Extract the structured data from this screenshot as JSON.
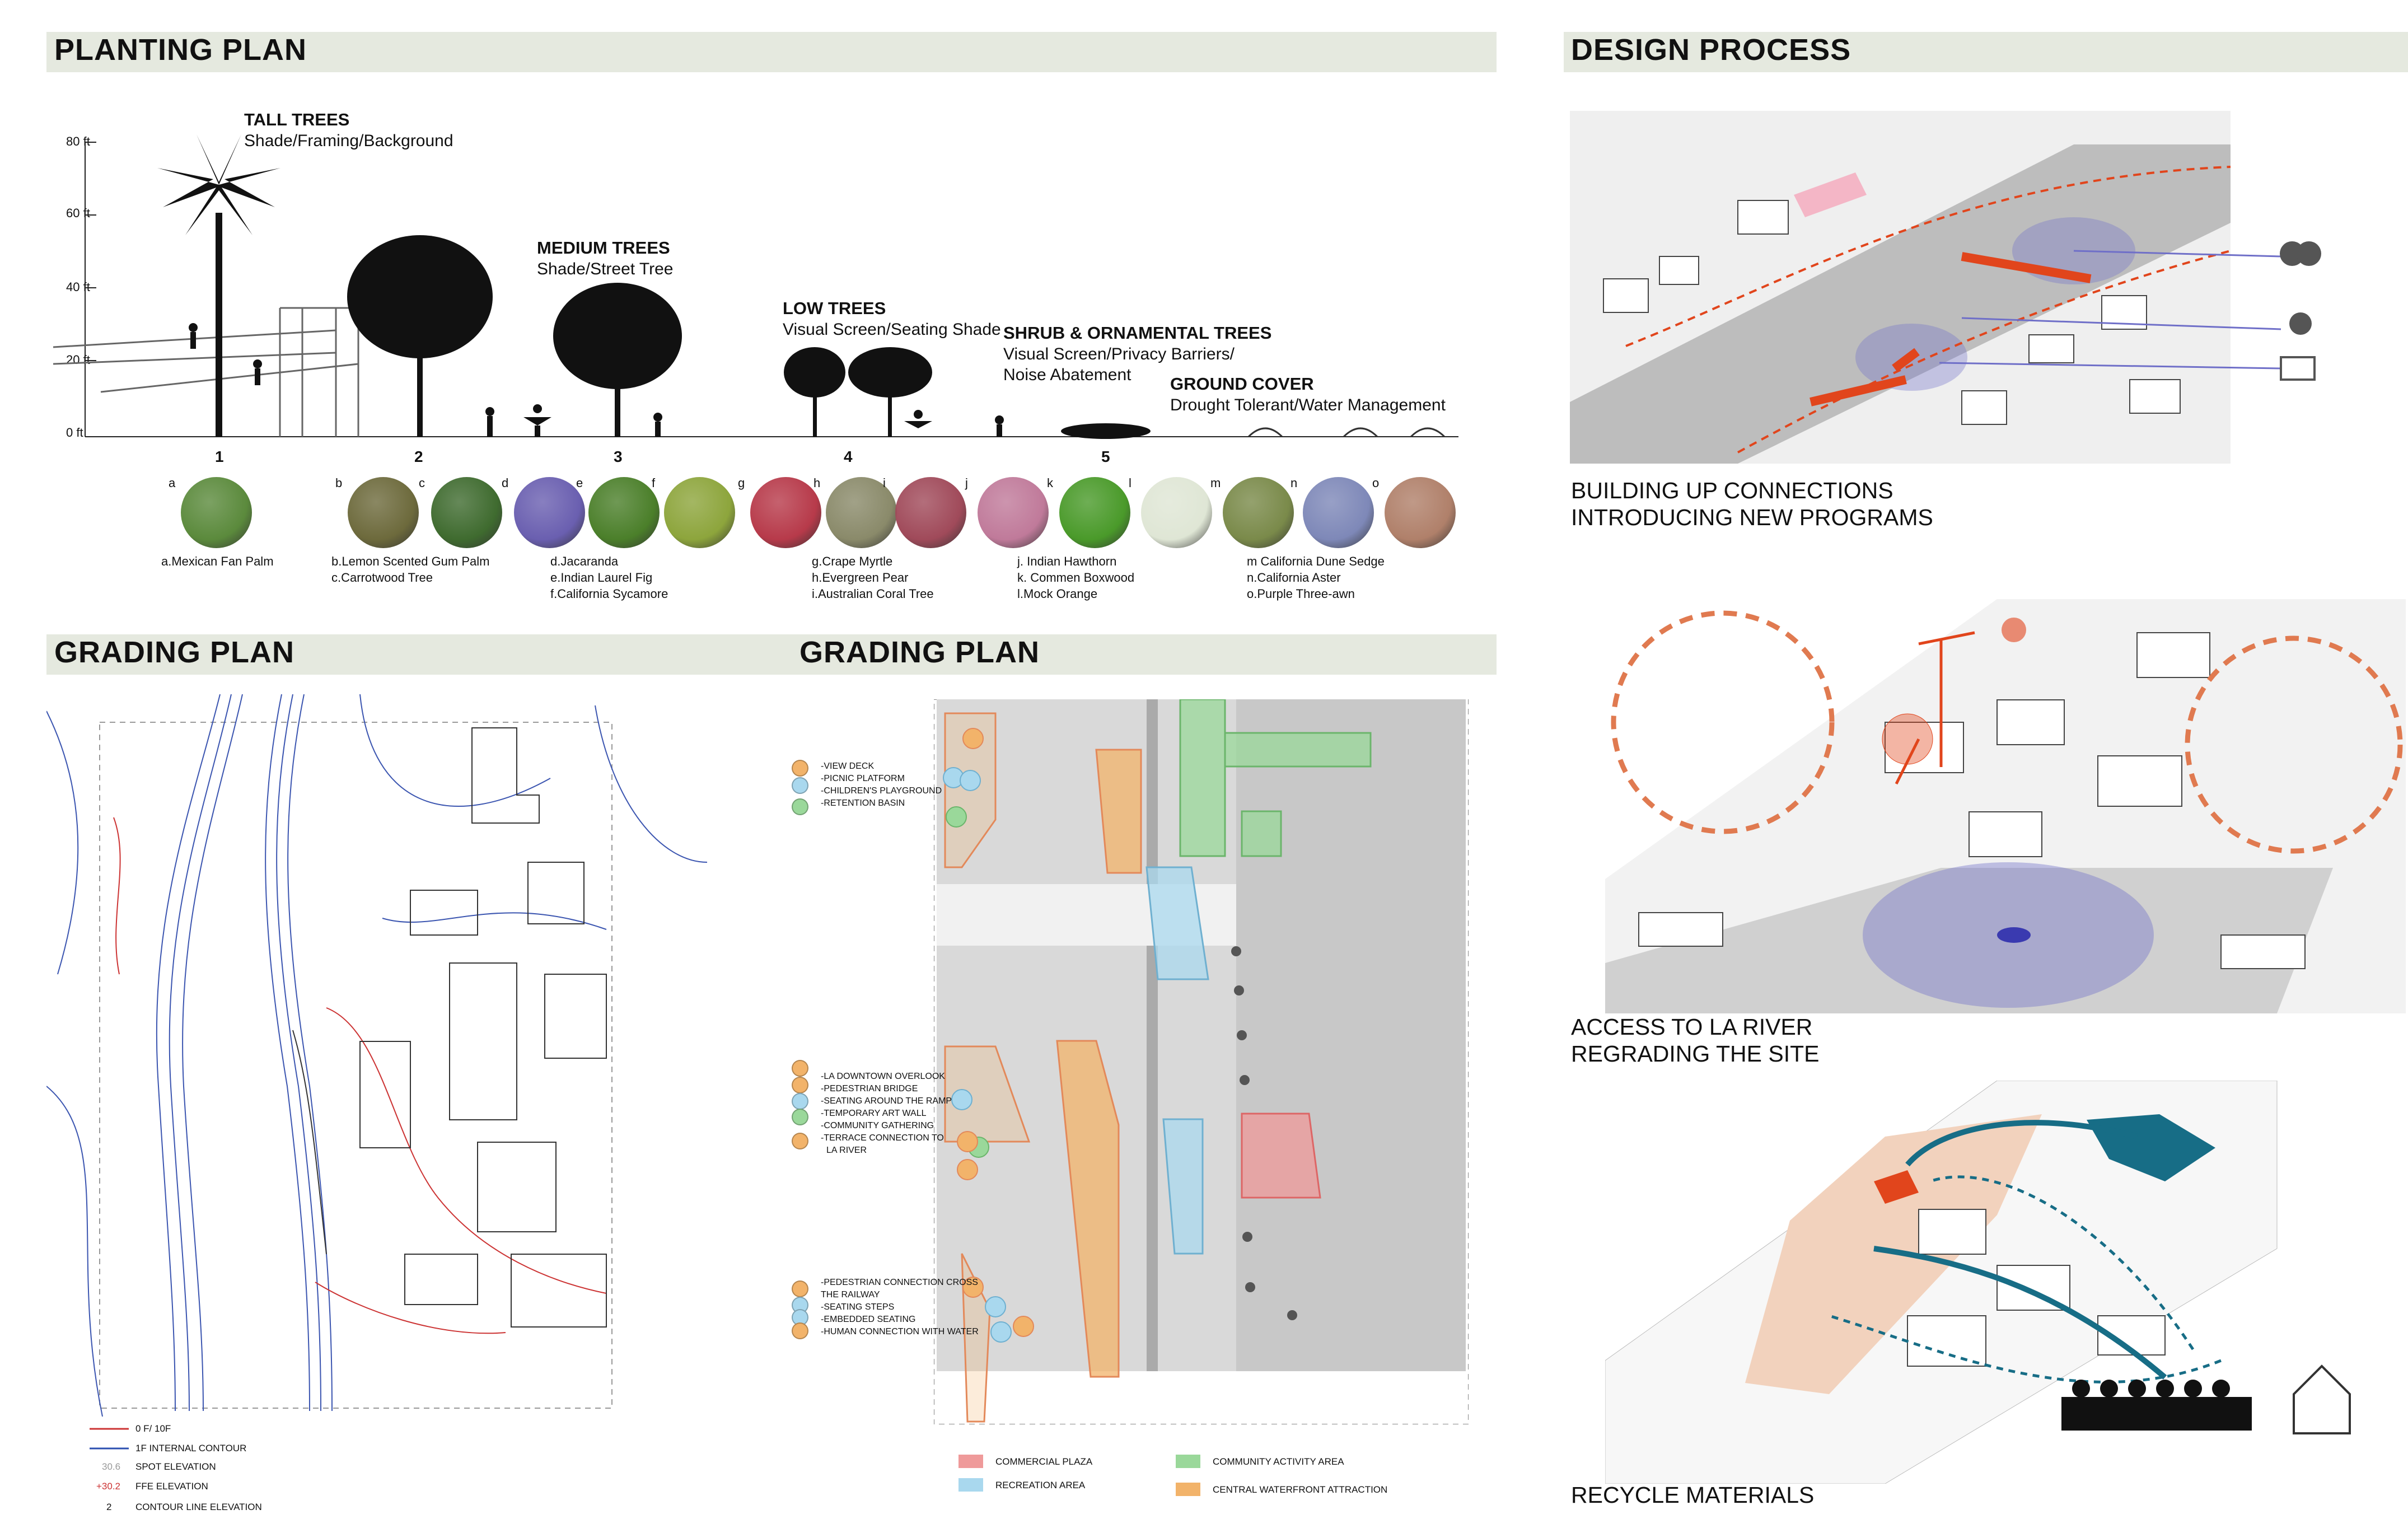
{
  "planting": {
    "title": "PLANTING PLAN",
    "axis": [
      "80 ft",
      "60 ft",
      "40 ft",
      "20 ft",
      "0 ft"
    ],
    "categories": [
      {
        "title": "TALL TREES",
        "sub": "Shade/Framing/Background"
      },
      {
        "title": "MEDIUM TREES",
        "sub": "Shade/Street Tree"
      },
      {
        "title": "LOW TREES",
        "sub": "Visual Screen/Seating Shade"
      },
      {
        "title": "SHRUB & ORNAMENTAL TREES",
        "sub": "Visual Screen/Privacy Barriers/",
        "sub2": "Noise Abatement"
      },
      {
        "title": "GROUND COVER",
        "sub": "Drought Tolerant/Water Management"
      }
    ],
    "groups": [
      "1",
      "2",
      "3",
      "4",
      "5"
    ],
    "letters": [
      "a",
      "b",
      "c",
      "d",
      "e",
      "f",
      "g",
      "h",
      "i",
      "j",
      "k",
      "l",
      "m",
      "n",
      "o"
    ],
    "captions": [
      [
        "a.Mexican Fan Palm"
      ],
      [
        "b.Lemon Scented Gum  Palm",
        "c.Carrotwood Tree"
      ],
      [
        "d.Jacaranda",
        "e.Indian Laurel Fig",
        "f.California Sycamore"
      ],
      [
        "g.Crape Myrtle",
        "h.Evergreen Pear",
        "i.Australian Coral Tree"
      ],
      [
        "j. Indian Hawthorn",
        "k. Commen Boxwood",
        "l.Mock Orange"
      ],
      [
        "m California Dune Sedge",
        "n.California Aster",
        "o.Purple Three-awn"
      ]
    ]
  },
  "grading_left": {
    "title": "GRADING PLAN",
    "legend": [
      {
        "sym": "",
        "label": "0 F/ 10F"
      },
      {
        "sym": "",
        "label": "1F INTERNAL CONTOUR"
      },
      {
        "sym": "30.6",
        "label": "SPOT  ELEVATION"
      },
      {
        "sym": "+30.2",
        "label": "FFE ELEVATION"
      },
      {
        "sym": "2",
        "label": "CONTOUR LINE ELEVATION"
      }
    ]
  },
  "grading_right": {
    "title": "GRADING PLAN",
    "group1": [
      "-VIEW DECK",
      "-PICNIC PLATFORM",
      "-CHILDREN'S PLAYGROUND",
      "-RETENTION BASIN"
    ],
    "group2": [
      "-LA DOWNTOWN OVERLOOK",
      "-PEDESTRIAN BRIDGE",
      "-SEATING AROUND THE RAMP",
      "-TEMPORARY ART WALL",
      "-COMMUNITY GATHERING",
      "-TERRACE CONNECTION TO",
      "  LA RIVER"
    ],
    "group3": [
      "-PEDESTRIAN CONNECTION CROSS",
      "THE RAILWAY",
      "-SEATING STEPS",
      "-EMBEDDED SEATING",
      "-HUMAN CONNECTION WITH WATER"
    ],
    "zones": [
      "COMMERCIAL PLAZA",
      "RECREATION AREA",
      "COMMUNITY ACTIVITY AREA",
      "CENTRAL WATERFRONT ATTRACTION"
    ],
    "colors": {
      "orange": "#f2b36a",
      "blue": "#a9d8ee",
      "green": "#9ad89a",
      "red": "#ef9a9a"
    }
  },
  "design": {
    "title": "DESIGN PROCESS",
    "step1": [
      "BUILDING UP CONNECTIONS",
      "INTRODUCING NEW PROGRAMS"
    ],
    "step2": [
      "ACCESS TO LA RIVER",
      "REGRADING THE SITE"
    ],
    "step3": [
      "RECYCLE MATERIALS"
    ]
  }
}
